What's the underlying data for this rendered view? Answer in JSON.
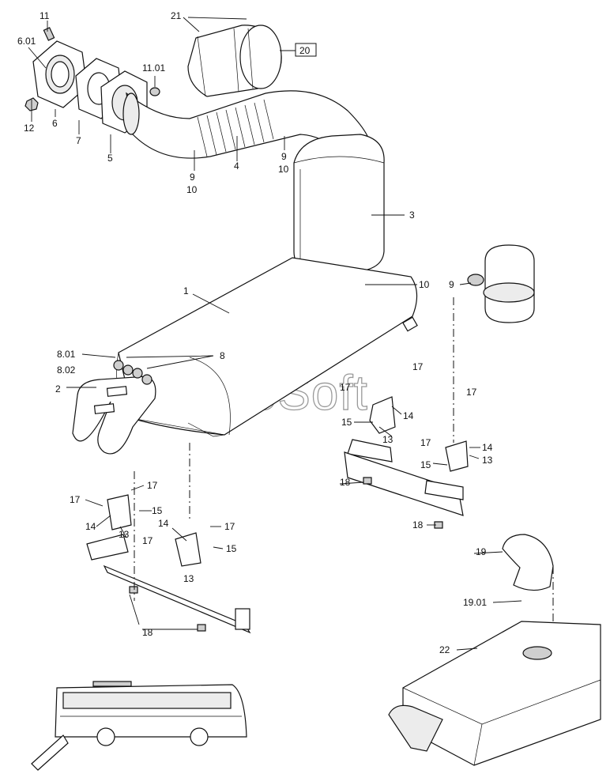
{
  "watermark": "AutoSoft",
  "labels": {
    "l11": "11",
    "l601": "6.01",
    "l12": "12",
    "l6": "6",
    "l7": "7",
    "l5": "5",
    "l1101": "11.01",
    "l21": "21",
    "l20": "20",
    "l4": "4",
    "l9a": "9",
    "l10a": "10",
    "l9b": "9",
    "l10b": "10",
    "l3": "3",
    "l10c": "10",
    "l9c": "9",
    "l1": "1",
    "l801": "8.01",
    "l802": "8.02",
    "l8": "8",
    "l2": "2",
    "l17a": "17",
    "l17b": "17",
    "l17c": "17",
    "l14a": "14",
    "l15a": "15",
    "l13a": "13",
    "l17d": "17",
    "l14b": "14",
    "l15b": "15",
    "l13b": "13",
    "l18a": "18",
    "l18b": "18",
    "l17e": "17",
    "l17f": "17",
    "l14c": "14",
    "l15c": "15",
    "l13c": "13",
    "l17g": "17",
    "l17h": "17",
    "l14d": "14",
    "l15d": "15",
    "l13d": "13",
    "l18c": "18",
    "l19": "19",
    "l1901": "19.01",
    "l22": "22"
  }
}
